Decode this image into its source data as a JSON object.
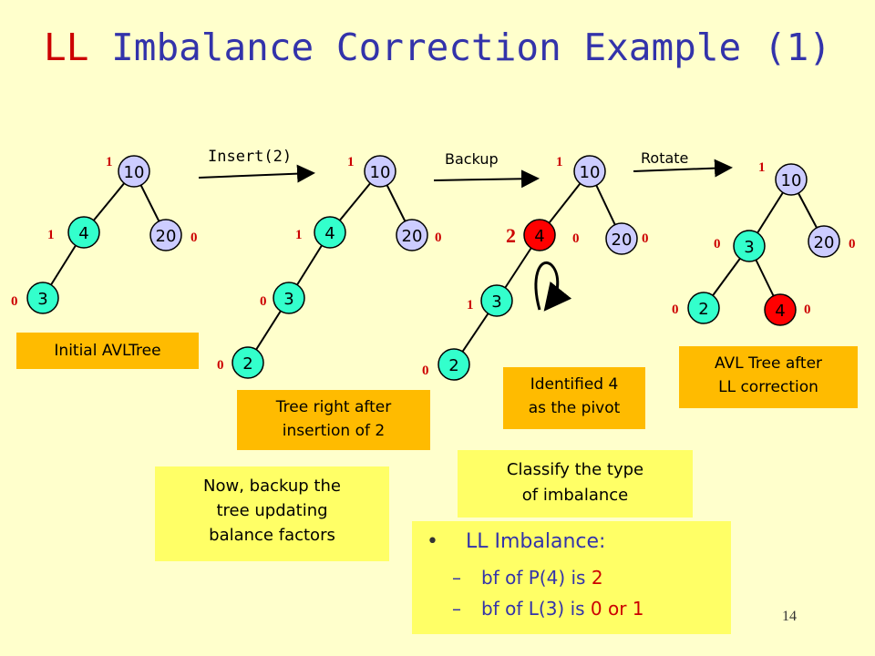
{
  "title": {
    "prefix": "LL",
    "rest": " Imbalance Correction Example (1)"
  },
  "trees": [
    {
      "nodes": [
        {
          "key": "10",
          "bf": "1"
        },
        {
          "key": "4",
          "bf": "1"
        },
        {
          "key": "20",
          "bf": "0"
        },
        {
          "key": "3",
          "bf": "0"
        }
      ]
    },
    {
      "nodes": [
        {
          "key": "10",
          "bf": "1"
        },
        {
          "key": "4",
          "bf": "1"
        },
        {
          "key": "20",
          "bf": "0"
        },
        {
          "key": "3",
          "bf": "0"
        },
        {
          "key": "2",
          "bf": "0"
        }
      ]
    },
    {
      "nodes": [
        {
          "key": "10",
          "bf": "1"
        },
        {
          "key": "4",
          "bf": "2",
          "pivot_bf": "0"
        },
        {
          "key": "20",
          "bf": "0"
        },
        {
          "key": "3",
          "bf": "1"
        },
        {
          "key": "2",
          "bf": "0"
        }
      ]
    },
    {
      "nodes": [
        {
          "key": "10",
          "bf": "1"
        },
        {
          "key": "3",
          "bf": "0"
        },
        {
          "key": "20",
          "bf": "0"
        },
        {
          "key": "2",
          "bf": "0"
        },
        {
          "key": "4",
          "bf": "0"
        }
      ]
    }
  ],
  "arrows": {
    "insert": "Insert(2)",
    "backup": "Backup",
    "rotate": "Rotate"
  },
  "captions": {
    "initial": "Initial AVLTree",
    "after_insert": [
      "Tree right after",
      "insertion of 2"
    ],
    "pivot": [
      "Identified 4",
      "as the pivot"
    ],
    "after_ll": [
      "AVL Tree after",
      "LL correction"
    ],
    "backup_note": [
      "Now, backup the",
      "tree updating",
      "balance factors"
    ],
    "classify": [
      "Classify the type",
      "of imbalance"
    ]
  },
  "legend": {
    "bullet": "•",
    "heading": "LL Imbalance:",
    "lines": [
      {
        "dash": "–",
        "a": "bf",
        "b": " of P(4) is ",
        "c": "2"
      },
      {
        "dash": "–",
        "a": "bf",
        "b": " of L(3) is ",
        "c": "0 or 1"
      }
    ]
  },
  "page_number": "14",
  "colors": {
    "background": "#ffffcc",
    "title": "#3333aa",
    "title_accent": "#cc0000",
    "node_lavender": "#ccccff",
    "node_teal": "#33ffcc",
    "node_red": "#ff0000",
    "balance_factor": "#cc0000",
    "caption_orange": "#ffbb00",
    "caption_yellow": "#ffff66"
  }
}
